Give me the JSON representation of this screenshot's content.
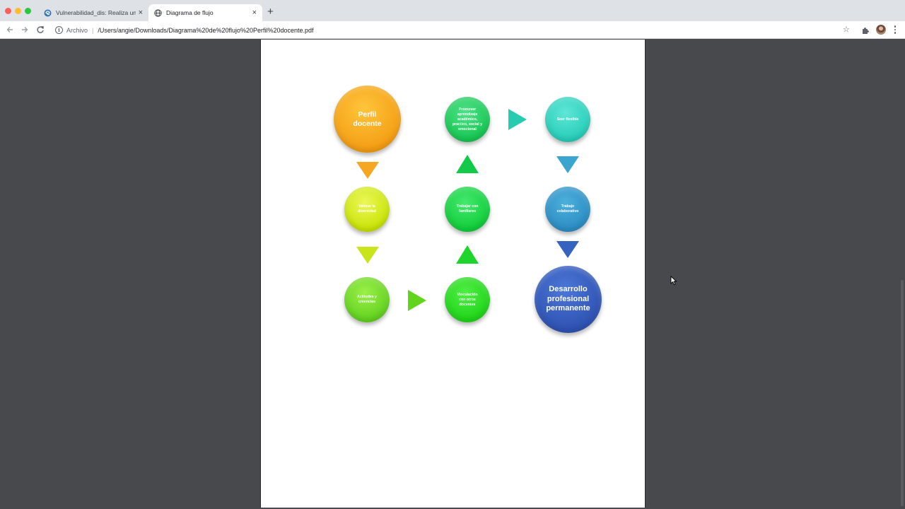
{
  "browser": {
    "tabs": [
      {
        "title": "Vulnerabilidad_dis: Realiza un c",
        "favicon": "edge-e-icon",
        "active": false
      },
      {
        "title": "Diagrama de flujo",
        "favicon": "globe-icon",
        "active": true
      }
    ],
    "new_tab_label": "+",
    "close_label": "×",
    "address": {
      "scheme_label": "Archivo",
      "separator": "|",
      "url": "/Users/angie/Downloads/Diagrama%20de%20flujo%20Perfil%20docente.pdf"
    },
    "toolbar_icons": [
      "back-arrow-icon",
      "forward-arrow-icon",
      "reload-icon",
      "info-icon",
      "bookmark-star-icon",
      "extensions-puzzle-icon",
      "profile-avatar",
      "menu-kebab-icon"
    ]
  },
  "diagram": {
    "nodes": {
      "perfil": "Perfil docente",
      "valorar": "Valorar la diversidad",
      "actitudes": "Actitudes y creencias",
      "promover": "Promover aprendizaje académico, practico, social y emocional",
      "familias": "Trabajar con familiares",
      "vinculacion": "Vinculación con otros docentes",
      "flexible": "Seer flexible",
      "colaborativo": "Trabajo colaborativo",
      "desarrollo": "Desarrollo profesional permanente"
    },
    "colors": {
      "orange": "#F5A623",
      "yellow": "#D8EC1E",
      "lime": "#74DB2A",
      "green": "#1CCB47",
      "teal": "#33D3BF",
      "blue": "#2E94C8",
      "navy": "#3459BC"
    }
  }
}
